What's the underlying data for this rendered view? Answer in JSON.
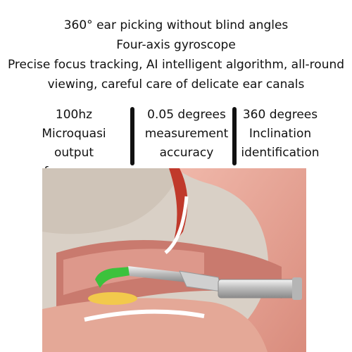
{
  "headline": {
    "line1": "360° ear picking without blind angles",
    "line2": "Four-axis gyroscope",
    "line3": "Precise focus tracking, AI intelligent algorithm, all-round",
    "line4": "viewing, careful care of delicate ear canals"
  },
  "features": [
    {
      "line1": "100hz",
      "line2": "Microquasi output",
      "line3": "frequency"
    },
    {
      "line1": "0.05 degrees",
      "line2": "measurement",
      "line3": "accuracy"
    },
    {
      "line1": "360 degrees",
      "line2": "Inclination",
      "line3": "identification"
    }
  ],
  "colors": {
    "text": "#111111",
    "ear_skin": "#e8a99a",
    "ear_canal": "#c97a6e",
    "bone": "#d8cfc4",
    "tip_green": "#3cc23c",
    "steel": "#c8c8c8"
  }
}
